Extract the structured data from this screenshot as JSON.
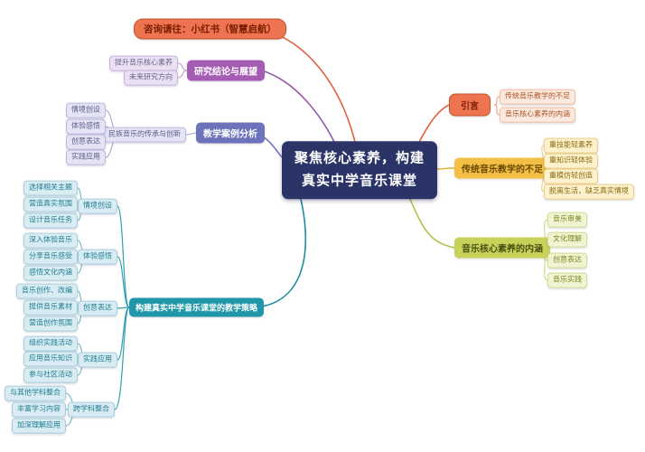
{
  "central": {
    "label": "聚焦核心素养，构建真实中学音乐课堂"
  },
  "consult": {
    "label": "咨询请往：小红书（智慧启航）"
  },
  "conclusion": {
    "label": "研究结论与展望",
    "children": [
      {
        "label": "提升音乐核心素养"
      },
      {
        "label": "未来研究方向"
      }
    ]
  },
  "case_analysis": {
    "label": "教学案例分析",
    "topic": {
      "label": "民族音乐的传承与创新",
      "children": [
        {
          "label": "情境创设"
        },
        {
          "label": "体验感悟"
        },
        {
          "label": "创意表达"
        },
        {
          "label": "实践应用"
        }
      ]
    }
  },
  "intro": {
    "label": "引言",
    "children": [
      {
        "label": "传统音乐教学的不足"
      },
      {
        "label": "音乐核心素养的内涵"
      }
    ]
  },
  "deficiency": {
    "label": "传统音乐教学的不足",
    "children": [
      {
        "label": "重技能轻素养"
      },
      {
        "label": "重知识轻体验"
      },
      {
        "label": "重模仿轻创造"
      },
      {
        "label": "脱离生活，缺乏真实情境"
      }
    ]
  },
  "connotation": {
    "label": "音乐核心素养的内涵",
    "children": [
      {
        "label": "音乐审美"
      },
      {
        "label": "文化理解"
      },
      {
        "label": "创意表达"
      },
      {
        "label": "音乐实践"
      }
    ]
  },
  "strategy": {
    "label": "构建真实中学音乐课堂的教学策略",
    "groups": [
      {
        "label": "情境创设",
        "children": [
          {
            "label": "选择相关主题"
          },
          {
            "label": "营造真实氛围"
          },
          {
            "label": "设计音乐任务"
          }
        ]
      },
      {
        "label": "体验感悟",
        "children": [
          {
            "label": "深入体验音乐"
          },
          {
            "label": "分享音乐感受"
          },
          {
            "label": "感悟文化内涵"
          }
        ]
      },
      {
        "label": "创意表达",
        "children": [
          {
            "label": "音乐创作、改编"
          },
          {
            "label": "提供音乐素材"
          },
          {
            "label": "营造创作氛围"
          }
        ]
      },
      {
        "label": "实践应用",
        "children": [
          {
            "label": "组织实践活动"
          },
          {
            "label": "应用音乐知识"
          },
          {
            "label": "参与社区活动"
          }
        ]
      },
      {
        "label": "跨学科整合",
        "children": [
          {
            "label": "与其他学科整合"
          },
          {
            "label": "丰富学习内容"
          },
          {
            "label": "加深理解应用"
          }
        ]
      }
    ]
  },
  "colors": {
    "central_bg": "#2b3467",
    "orange": "#ee7350",
    "orange_border": "#c8502a",
    "orange_text": "#7a1e00",
    "orange_leaf": "#fce9dd",
    "purple": "#a55cb3",
    "purple_leaf": "#e9e1f3",
    "indigo": "#6d73bb",
    "indigo_leaf": "#e5e3f5",
    "amber": "#f3bf47",
    "amber_leaf": "#fdf2cd",
    "olive": "#c8d25b",
    "olive_leaf": "#f1f4d2",
    "teal": "#1f97a8",
    "teal_leaf": "#d9ecf3"
  }
}
